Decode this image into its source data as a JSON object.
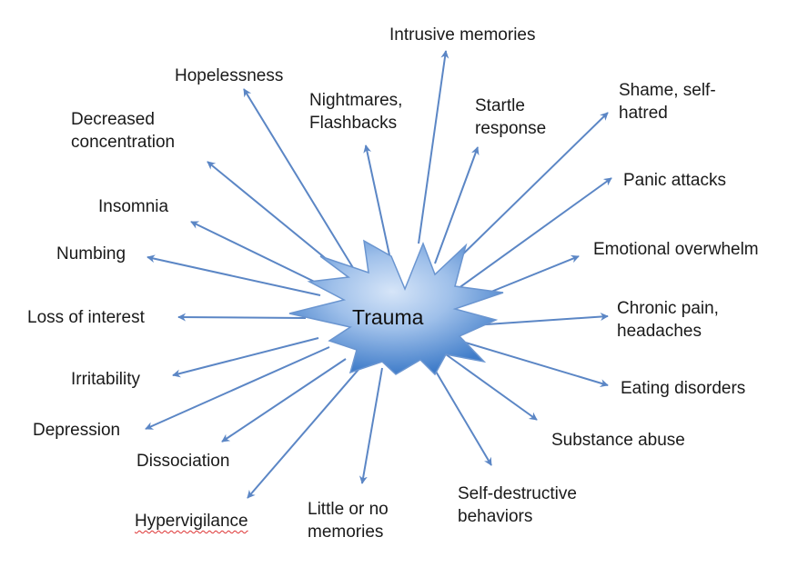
{
  "center": {
    "label": "Trauma"
  },
  "colors": {
    "arrow": "#5b86c5",
    "star_light": "#c9dcf5",
    "star_dark": "#3f7cc9",
    "star_stroke": "#6a95d0"
  },
  "effects": [
    {
      "id": "intrusive-memories",
      "lines": [
        "Intrusive memories"
      ]
    },
    {
      "id": "hopelessness",
      "lines": [
        "Hopelessness"
      ]
    },
    {
      "id": "nightmares-flashbacks",
      "lines": [
        "Nightmares,",
        "Flashbacks"
      ]
    },
    {
      "id": "startle-response",
      "lines": [
        "Startle",
        "response"
      ]
    },
    {
      "id": "shame-self-hatred",
      "lines": [
        "Shame, self-",
        "hatred"
      ]
    },
    {
      "id": "decreased-concentration",
      "lines": [
        "Decreased",
        "concentration"
      ]
    },
    {
      "id": "panic-attacks",
      "lines": [
        "Panic attacks"
      ]
    },
    {
      "id": "insomnia",
      "lines": [
        "Insomnia"
      ]
    },
    {
      "id": "emotional-overwhelm",
      "lines": [
        "Emotional overwhelm"
      ]
    },
    {
      "id": "numbing",
      "lines": [
        "Numbing"
      ]
    },
    {
      "id": "chronic-pain-headaches",
      "lines": [
        "Chronic pain,",
        "headaches"
      ]
    },
    {
      "id": "loss-of-interest",
      "lines": [
        "Loss of interest"
      ]
    },
    {
      "id": "irritability",
      "lines": [
        "Irritability"
      ]
    },
    {
      "id": "eating-disorders",
      "lines": [
        "Eating disorders"
      ]
    },
    {
      "id": "depression",
      "lines": [
        "Depression"
      ]
    },
    {
      "id": "substance-abuse",
      "lines": [
        "Substance abuse"
      ]
    },
    {
      "id": "dissociation",
      "lines": [
        "Dissociation"
      ]
    },
    {
      "id": "self-destructive-behaviors",
      "lines": [
        "Self-destructive",
        "behaviors"
      ]
    },
    {
      "id": "hypervigilance",
      "lines": [
        "Hypervigilance"
      ]
    },
    {
      "id": "little-or-no-memories",
      "lines": [
        "Little or no",
        "memories"
      ]
    }
  ]
}
